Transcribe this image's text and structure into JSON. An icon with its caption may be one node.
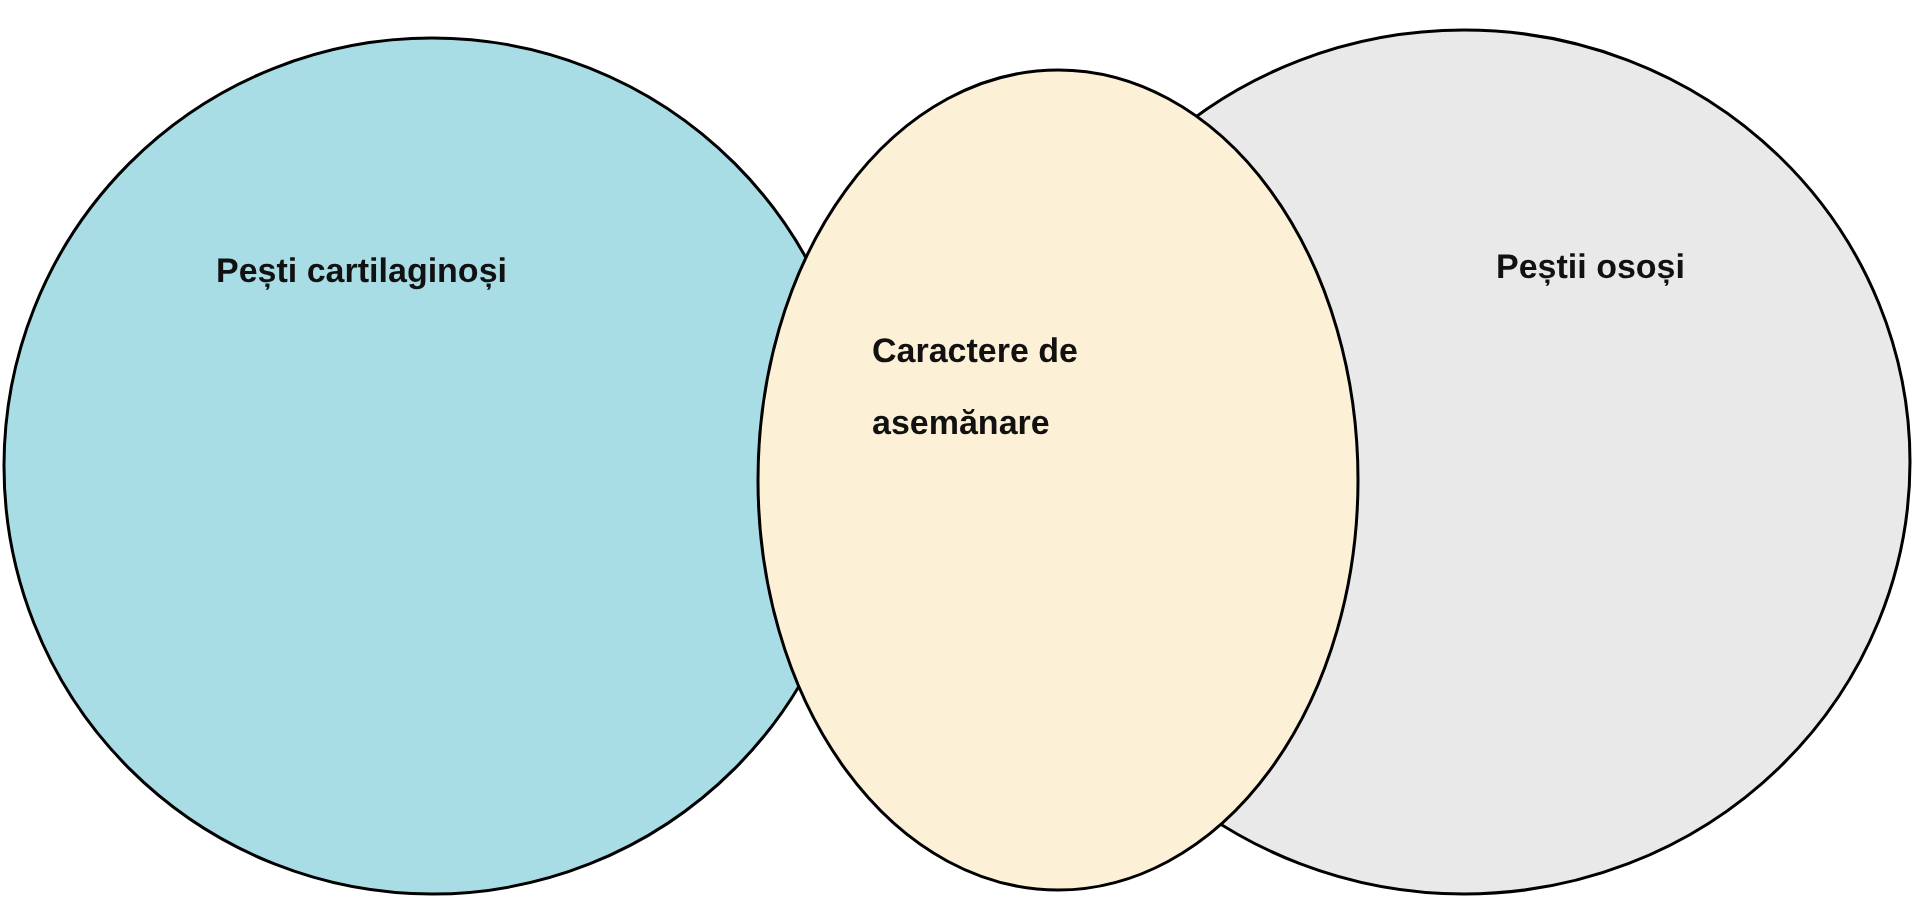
{
  "diagram": {
    "nodes": [
      {
        "text": [
          "Pești cartilaginoși"
        ]
      },
      {
        "text": [
          "Caractere de asemănare"
        ]
      },
      {
        "text": [
          "Peștii osoși"
        ]
      }
    ]
  }
}
